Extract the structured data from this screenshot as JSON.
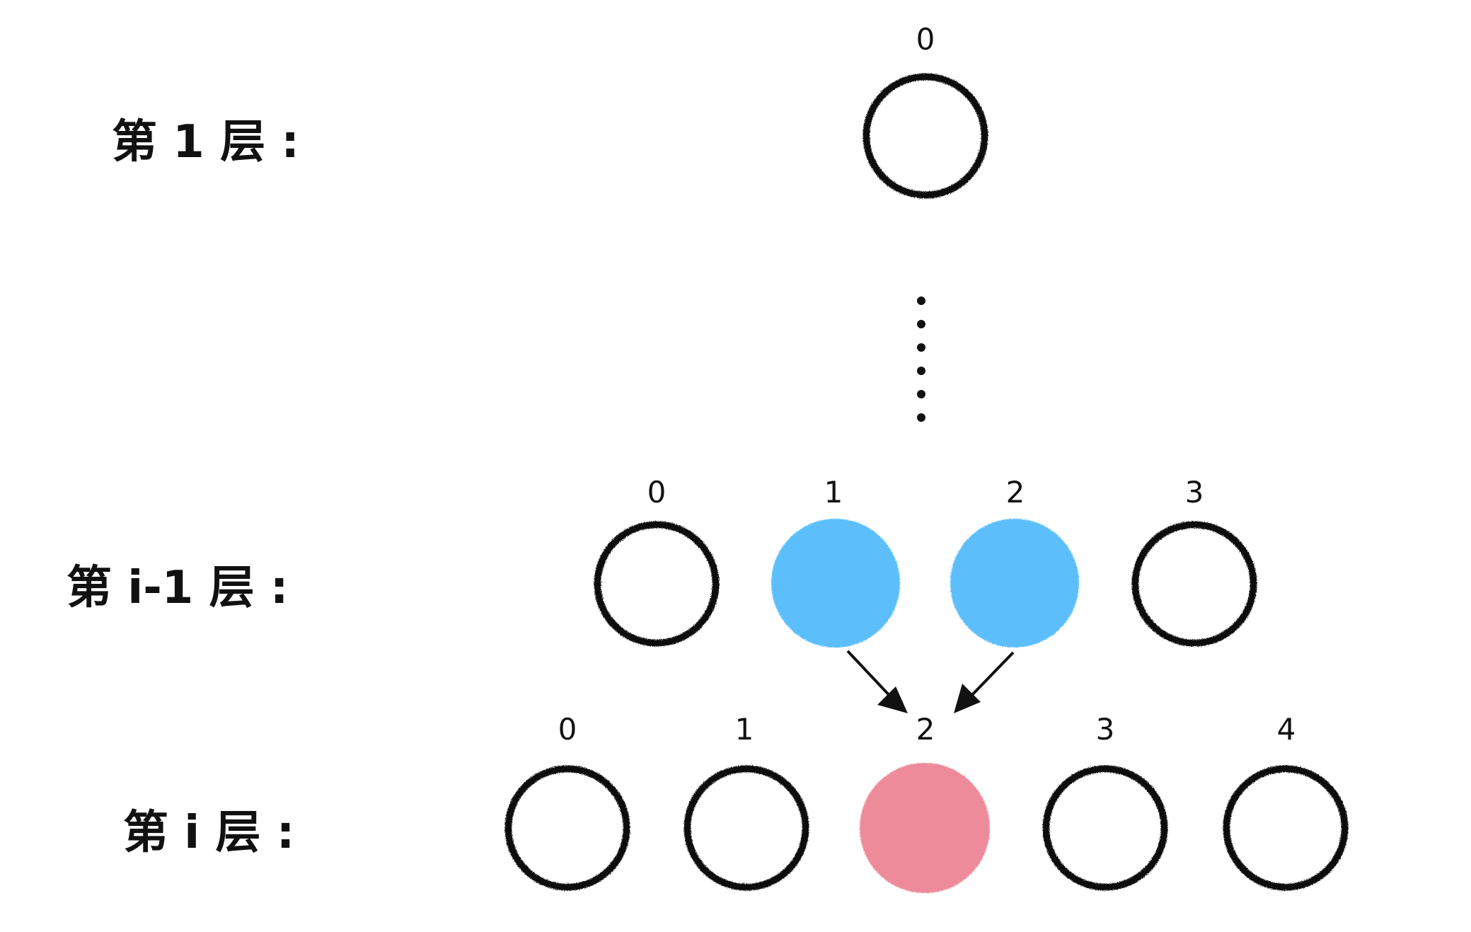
{
  "colors": {
    "ink": "#111111",
    "highlight_parent": "#5bbffc",
    "highlight_target": "#ee8b9a",
    "background": "#ffffff"
  },
  "layers": [
    {
      "key": "layer_1",
      "label": "第 1 层 :",
      "nodes": [
        {
          "index": "0",
          "state": "empty"
        }
      ]
    },
    {
      "key": "layer_i_minus_1",
      "label": "第 i-1 层 :",
      "nodes": [
        {
          "index": "0",
          "state": "empty"
        },
        {
          "index": "1",
          "state": "parent"
        },
        {
          "index": "2",
          "state": "parent"
        },
        {
          "index": "3",
          "state": "empty"
        }
      ]
    },
    {
      "key": "layer_i",
      "label": "第 i 层 :",
      "nodes": [
        {
          "index": "0",
          "state": "empty"
        },
        {
          "index": "1",
          "state": "empty"
        },
        {
          "index": "2",
          "state": "target"
        },
        {
          "index": "3",
          "state": "empty"
        },
        {
          "index": "4",
          "state": "empty"
        }
      ]
    }
  ],
  "ellipsis": {
    "dot_count": 6
  },
  "edges": [
    {
      "from_layer": "layer_i_minus_1",
      "from_index": "1",
      "to_layer": "layer_i",
      "to_index": "2"
    },
    {
      "from_layer": "layer_i_minus_1",
      "from_index": "2",
      "to_layer": "layer_i",
      "to_index": "2"
    }
  ]
}
